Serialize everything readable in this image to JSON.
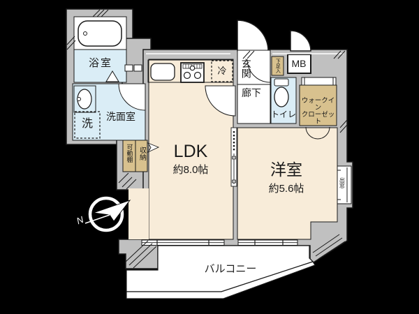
{
  "floorplan": {
    "rooms": {
      "bathroom": "浴室",
      "washroom": "洗面室",
      "washer": "洗",
      "movable_shelf": "可動棚",
      "storage": "収納",
      "fridge": "冷",
      "ldk": "LDK",
      "ldk_size": "約8.0帖",
      "entrance": "玄関",
      "shoe_cabinet": "下足入",
      "meter_box": "MB",
      "hallway": "廊下",
      "toilet": "トイレ",
      "walk_in_closet_line1": "ウォークイン",
      "walk_in_closet_line2": "クローゼット",
      "western_room": "洋室",
      "western_room_size": "約5.6帖",
      "bay_window": "出窓",
      "balcony": "バルコニー"
    },
    "compass": {
      "north_label": "N"
    },
    "colors": {
      "background": "#000000",
      "wall": "#c0c0c0",
      "warm_room": "#f8ecd9",
      "wet_room": "#daedf6",
      "closet_tan": "#d8c18e",
      "outline": "#1a1a1a",
      "white": "#ffffff"
    }
  }
}
